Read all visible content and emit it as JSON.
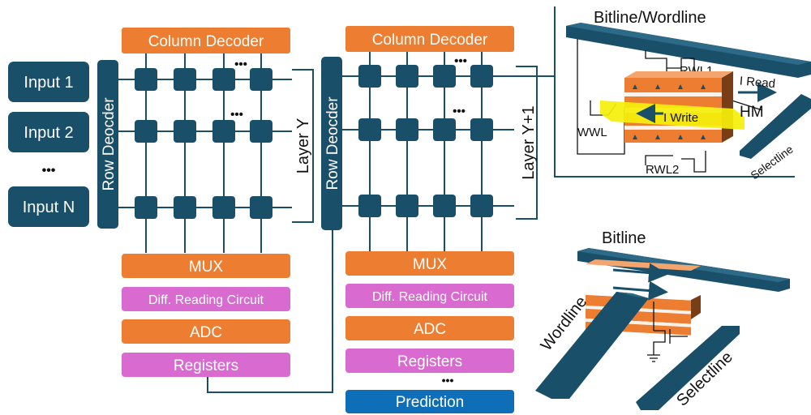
{
  "inputs": [
    "Input 1",
    "Input 2",
    "Input N"
  ],
  "ellipsis": "•••",
  "layer1": {
    "column_decoder": "Column Decoder",
    "row_decoder": "Row Deocder",
    "layer_label": "Layer Y",
    "pipeline": [
      "MUX",
      "Diff. Reading Circuit",
      "ADC",
      "Registers"
    ]
  },
  "layer2": {
    "column_decoder": "Column Decoder",
    "row_decoder": "Row Deocder",
    "layer_label": "Layer Y+1",
    "pipeline": [
      "MUX",
      "Diff. Reading Circuit",
      "ADC",
      "Registers"
    ],
    "prediction": "Prediction"
  },
  "device_top": {
    "bitline_wordline": "Bitline/Wordline",
    "rwl1": "RWL1",
    "rwl2": "RWL2",
    "wwl": "WWL",
    "i_read": "I Read",
    "i_write": "I Write",
    "hm": "HM",
    "selectline": "Selectline"
  },
  "device_bottom": {
    "bitline": "Bitline",
    "wordline": "Wordline",
    "selectline": "Selectline"
  },
  "colors": {
    "teal": "#1a4f6a",
    "orange": "#ed7d31",
    "pink": "#d86ad0",
    "blue": "#0e6fb8",
    "yellow": "#f5ef0a"
  }
}
